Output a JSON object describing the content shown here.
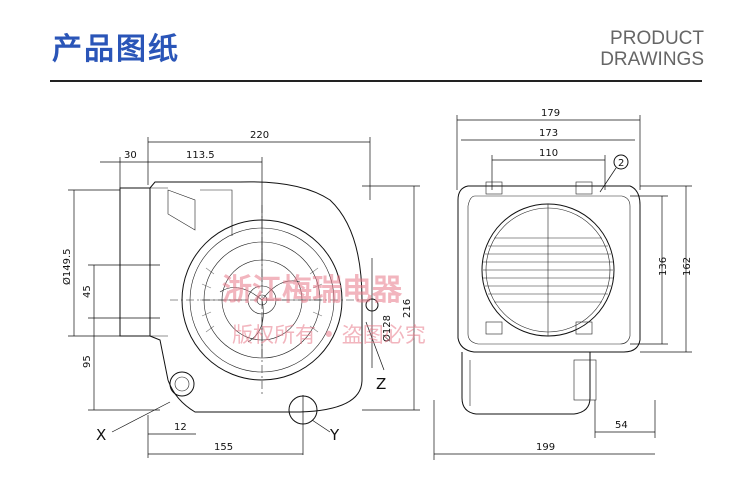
{
  "header": {
    "title_cn": "产品图纸",
    "title_en_line1": "PRODUCT",
    "title_en_line2": "DRAWINGS"
  },
  "left_view": {
    "dim_220": "220",
    "dim_30": "30",
    "dim_113_5": "113.5",
    "dim_149_5": "Ø149.5",
    "dim_45": "45",
    "dim_95": "95",
    "dim_128": "Ø128",
    "dim_216": "216",
    "dim_12": "12",
    "dim_155": "155",
    "label_x": "X",
    "label_y": "Y",
    "label_z": "Z"
  },
  "right_view": {
    "dim_179": "179",
    "dim_173": "173",
    "dim_110": "110",
    "dim_136": "136",
    "dim_162": "162",
    "dim_54": "54",
    "dim_199": "199",
    "callout_2": "2"
  },
  "watermark": {
    "line1": "浙江梅瑞电器",
    "line2": "版权所有 • 盗图必究"
  },
  "colors": {
    "title_blue": "#2a55b8",
    "watermark_red": "#e87a8a"
  }
}
